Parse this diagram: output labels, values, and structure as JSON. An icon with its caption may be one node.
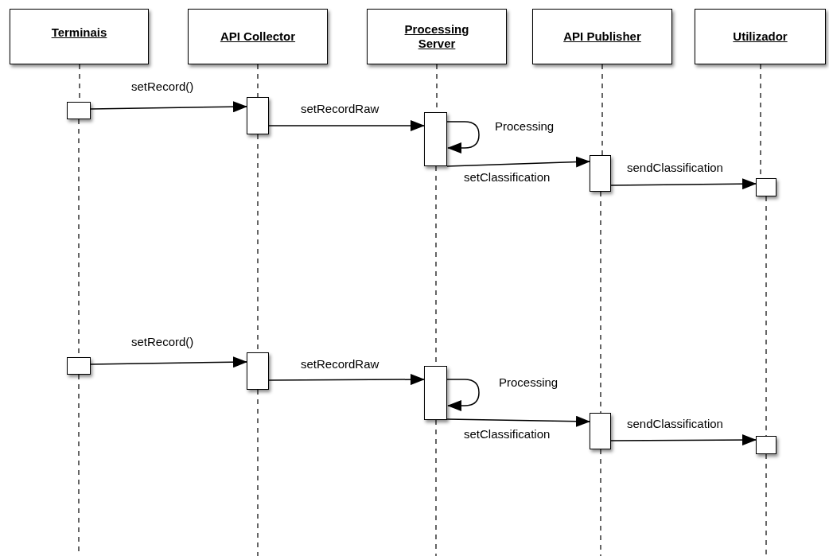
{
  "diagram": {
    "nodes": [
      {
        "text": [
          "Terminais"
        ]
      },
      {
        "text": [
          "API Collector"
        ]
      },
      {
        "text": [
          "Processing Server"
        ]
      },
      {
        "text": [
          "API Publisher"
        ]
      },
      {
        "text": [
          "Utilizador"
        ]
      },
      {
        "text": [],
        "shape": "box"
      },
      {
        "text": [],
        "shape": "box"
      },
      {
        "text": [],
        "shape": "box"
      },
      {
        "text": [],
        "shape": "box"
      },
      {
        "text": [],
        "shape": "box"
      },
      {
        "text": [],
        "shape": "box"
      },
      {
        "text": [],
        "shape": "box"
      },
      {
        "text": [],
        "shape": "box"
      },
      {
        "text": [],
        "shape": "box"
      },
      {
        "text": [],
        "shape": "box"
      }
    ],
    "edges": [
      {
        "from": 0,
        "to": 5,
        "arrow": "none",
        "style": "dashed"
      },
      {
        "from": 5,
        "to": 10,
        "arrow": "none",
        "style": "dashed"
      },
      {
        "from": 10,
        "to": null,
        "arrow": "none",
        "style": "dashed"
      },
      {
        "from": 1,
        "to": 6,
        "arrow": "none",
        "style": "dashed"
      },
      {
        "from": 6,
        "to": 11,
        "arrow": "none",
        "style": "dashed"
      },
      {
        "from": 11,
        "to": null,
        "arrow": "none",
        "style": "dashed"
      },
      {
        "from": 2,
        "to": 7,
        "arrow": "none",
        "style": "dashed"
      },
      {
        "from": 7,
        "to": 12,
        "arrow": "none",
        "style": "dashed"
      },
      {
        "from": 12,
        "to": null,
        "arrow": "none",
        "style": "dashed"
      },
      {
        "from": 3,
        "to": 8,
        "arrow": "none",
        "style": "dashed"
      },
      {
        "from": 8,
        "to": 13,
        "arrow": "none",
        "style": "dashed"
      },
      {
        "from": 13,
        "to": null,
        "arrow": "none",
        "style": "dashed"
      },
      {
        "from": 4,
        "to": 9,
        "arrow": "none",
        "style": "dashed"
      },
      {
        "from": 9,
        "to": 14,
        "arrow": "none",
        "style": "dashed"
      },
      {
        "from": 14,
        "to": null,
        "arrow": "none",
        "style": "dashed"
      },
      {
        "from": 5,
        "to": 6,
        "arrow": "to",
        "label": "setRecord()"
      },
      {
        "from": 6,
        "to": 7,
        "arrow": "to",
        "label": "setRecordRaw"
      },
      {
        "from": 7,
        "to": 7,
        "arrow": "to",
        "label": "Processing"
      },
      {
        "from": 7,
        "to": 8,
        "arrow": "to",
        "label": "setClassification"
      },
      {
        "from": 8,
        "to": 9,
        "arrow": "to",
        "label": "sendClassification"
      },
      {
        "from": 10,
        "to": 11,
        "arrow": "to",
        "label": "setRecord()"
      },
      {
        "from": 11,
        "to": 12,
        "arrow": "to",
        "label": "setRecordRaw"
      },
      {
        "from": 12,
        "to": 12,
        "arrow": "to",
        "label": "Processing"
      },
      {
        "from": 12,
        "to": 13,
        "arrow": "to",
        "label": "setClassification"
      },
      {
        "from": 13,
        "to": 14,
        "arrow": "to",
        "label": "sendClassification"
      }
    ]
  }
}
